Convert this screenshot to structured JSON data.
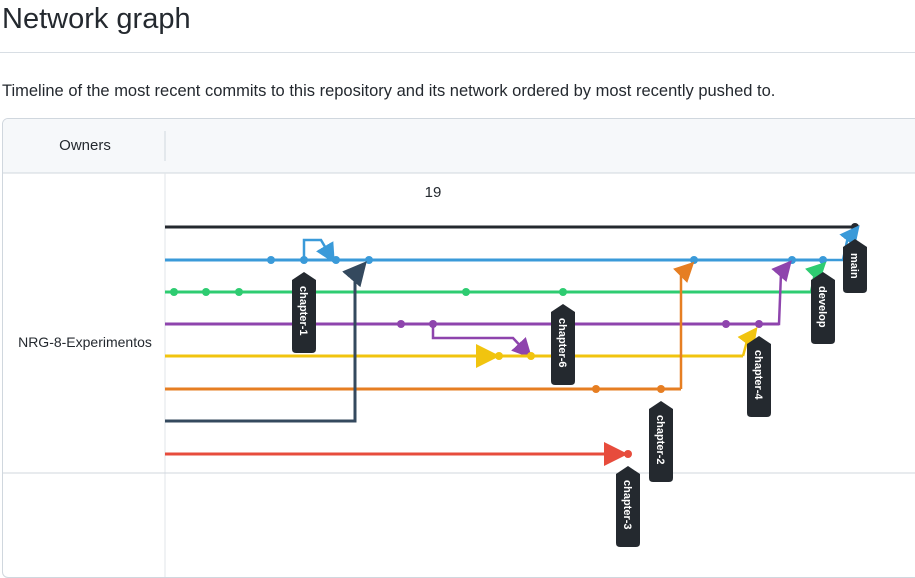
{
  "page": {
    "title": "Network graph",
    "description": "Timeline of the most recent commits to this repository and its network ordered by most recently pushed to."
  },
  "graph": {
    "owners_header": "Owners",
    "owner": "NRG-8-Experimentos",
    "date_label": "19",
    "colors": {
      "main": "#24292f",
      "develop": "#2ecc71",
      "blue": "#3a9ad9",
      "purple": "#8e44ad",
      "yellow": "#f1c40f",
      "orange": "#e67e22",
      "slate": "#34495e",
      "red": "#e74c3c",
      "label_bg": "#24292f",
      "label_text": "#ffffff"
    },
    "branches": [
      {
        "name": "main"
      },
      {
        "name": "develop"
      },
      {
        "name": "chapter-1"
      },
      {
        "name": "chapter-2"
      },
      {
        "name": "chapter-3"
      },
      {
        "name": "chapter-4"
      },
      {
        "name": "chapter-6"
      }
    ]
  }
}
